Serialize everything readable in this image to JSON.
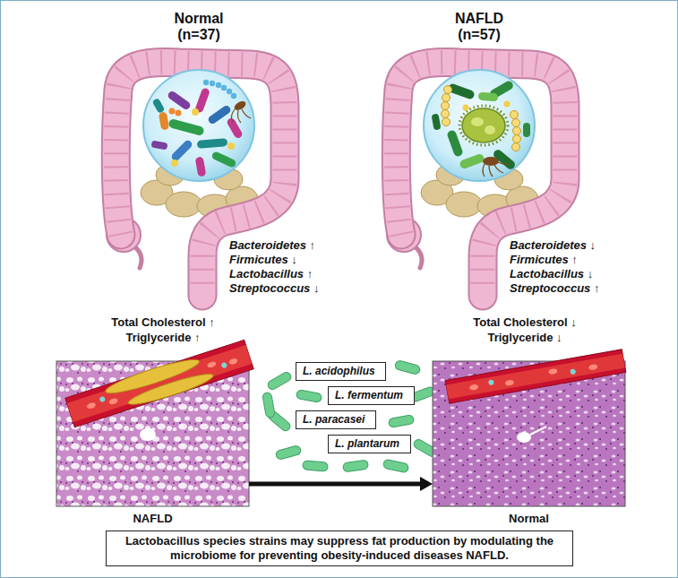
{
  "diagram": {
    "caption": "Lactobacillus species strains may suppress fat production by modulating the microbiome for preventing obesity-induced diseases NAFLD.",
    "nodes": [
      {
        "text": [
          "NAFLD"
        ]
      },
      {
        "text": [
          "L. acidophilus"
        ]
      },
      {
        "text": [
          "L. fermentum"
        ]
      },
      {
        "text": [
          "L. paracasei"
        ]
      },
      {
        "text": [
          "L. plantarum"
        ]
      },
      {
        "text": [
          "Normal"
        ]
      }
    ],
    "edges": [
      {
        "from": 0,
        "to": 5,
        "arrow": "to"
      }
    ],
    "labels": [
      "Normal (n=37)",
      "NAFLD (n=57)",
      "Bacteroidetes ↑",
      "Firmicutes ↓",
      "Lactobacillus ↑",
      "Streptococcus ↓",
      "Bacteroidetes ↓",
      "Firmicutes ↑",
      "Lactobacillus ↓",
      "Streptococcus ↑",
      "Total Cholesterol ↑",
      "Triglyceride ↑",
      "Total Cholesterol ↓",
      "Triglyceride ↓"
    ]
  }
}
